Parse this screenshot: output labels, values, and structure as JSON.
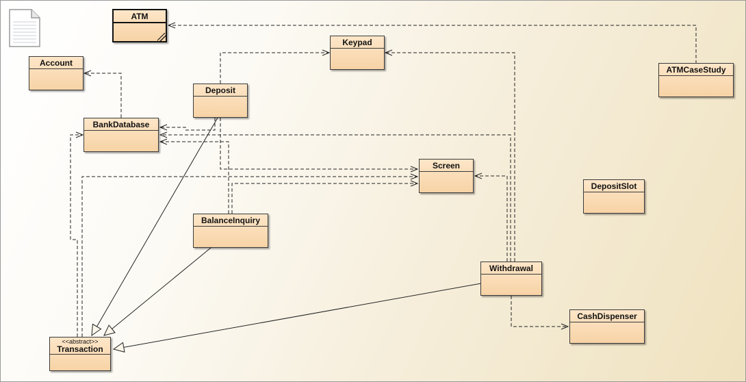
{
  "diagram": {
    "classes": [
      {
        "id": "atm",
        "name": "ATM",
        "active": true
      },
      {
        "id": "keypad",
        "name": "Keypad"
      },
      {
        "id": "account",
        "name": "Account"
      },
      {
        "id": "deposit",
        "name": "Deposit"
      },
      {
        "id": "atmcasestudy",
        "name": "ATMCaseStudy"
      },
      {
        "id": "bankdatabase",
        "name": "BankDatabase"
      },
      {
        "id": "screen",
        "name": "Screen"
      },
      {
        "id": "depositslot",
        "name": "DepositSlot"
      },
      {
        "id": "balanceinquiry",
        "name": "BalanceInquiry"
      },
      {
        "id": "withdrawal",
        "name": "Withdrawal"
      },
      {
        "id": "cashdispenser",
        "name": "CashDispenser"
      },
      {
        "id": "transaction",
        "name": "Transaction",
        "stereotype": "<<abstract>>"
      }
    ],
    "dependencies": [
      {
        "from": "atmcasestudy",
        "to": "atm"
      },
      {
        "from": "deposit",
        "to": "keypad"
      },
      {
        "from": "withdrawal",
        "to": "keypad"
      },
      {
        "from": "bankdatabase",
        "to": "account"
      },
      {
        "from": "deposit",
        "to": "bankdatabase"
      },
      {
        "from": "balanceinquiry",
        "to": "bankdatabase"
      },
      {
        "from": "withdrawal",
        "to": "bankdatabase"
      },
      {
        "from": "transaction",
        "to": "bankdatabase"
      },
      {
        "from": "deposit",
        "to": "screen"
      },
      {
        "from": "balanceinquiry",
        "to": "screen"
      },
      {
        "from": "transaction",
        "to": "screen"
      },
      {
        "from": "withdrawal",
        "to": "screen"
      },
      {
        "from": "withdrawal",
        "to": "cashdispenser"
      }
    ],
    "generalizations": [
      {
        "from": "deposit",
        "to": "transaction"
      },
      {
        "from": "balanceinquiry",
        "to": "transaction"
      },
      {
        "from": "withdrawal",
        "to": "transaction"
      }
    ],
    "colors": {
      "class_fill_top": "#fde6c8",
      "class_fill_bottom": "#f7d3a6",
      "border": "#3a3a3a",
      "line": "#222222"
    }
  }
}
